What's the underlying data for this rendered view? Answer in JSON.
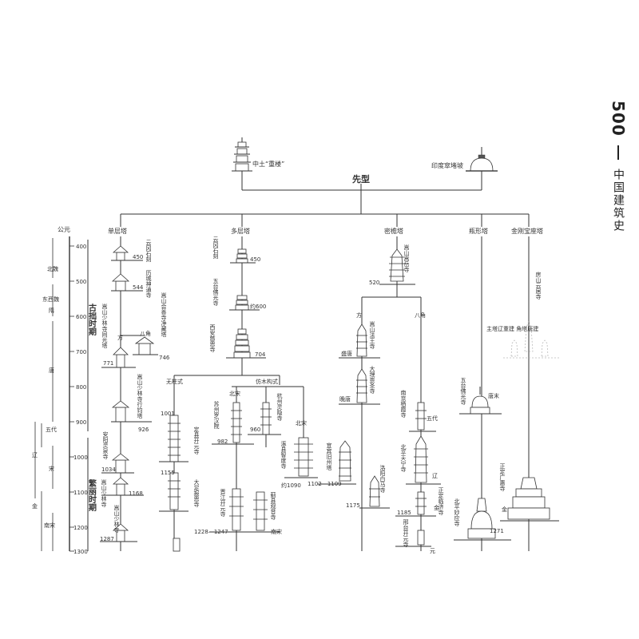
{
  "page": {
    "number": "500",
    "book_title": "中国建筑史"
  },
  "prototypes": {
    "root": "先型",
    "chinese_tower": "中土“重楼”",
    "indian_stupa": "印度窣堵坡"
  },
  "timeline": {
    "axis_title": "公元",
    "years": [
      "400",
      "500",
      "600",
      "700",
      "800",
      "900",
      "1000",
      "1100",
      "1200",
      "1300"
    ],
    "dynasties": [
      "北魏",
      "东西魏",
      "隋",
      "唐",
      "五代",
      "辽",
      "宋",
      "金",
      "南宋"
    ],
    "periods": [
      "古拙时期",
      "繁丽时期"
    ]
  },
  "types": [
    "单层塔",
    "多层塔",
    "密檐塔",
    "瓶形塔",
    "金刚宝座塔"
  ],
  "subtypes": [
    "无柱式",
    "仿木构式",
    "方",
    "八角",
    "北宋",
    "南宋",
    "五代",
    "辽",
    "金",
    "元",
    "八角"
  ],
  "examples": [
    {
      "label": "云冈石刻",
      "year": "450"
    },
    {
      "label": "历城神通寺",
      "year": "544"
    },
    {
      "label": "嵩山会善寺净藏塔",
      "year": "746"
    },
    {
      "label": "嵩山少林寺同光塔",
      "year": "771"
    },
    {
      "label": "嵩山少林寺行钧塔",
      "year": "926"
    },
    {
      "label": "安阳灵泉寺",
      "year": "1034"
    },
    {
      "label": "嵩山少林寺",
      "year": "1168"
    },
    {
      "label": "嵩山少林寺",
      "year": "1287"
    },
    {
      "label": "云冈石刻",
      "year": "450"
    },
    {
      "label": "五台佛光寺",
      "year": "约600"
    },
    {
      "label": "西安慈恩寺",
      "year": "704"
    },
    {
      "label": "定县开元寺",
      "year": "1001"
    },
    {
      "label": "苏州罗汉院",
      "year": "982"
    },
    {
      "label": "杭州灵隐寺",
      "year": "960"
    },
    {
      "label": "涿县智度寺",
      "year": "约1090"
    },
    {
      "label": "大足报恩寺",
      "year": "1155"
    },
    {
      "label": "晋江开元寺",
      "year": "1228—1247"
    },
    {
      "label": "蓟县观音寺",
      "year": ""
    },
    {
      "label": "嵩山嵩岳寺",
      "year": "520"
    },
    {
      "label": "嵩山法王寺",
      "year": ""
    },
    {
      "label": "大理崇圣寺",
      "year": ""
    },
    {
      "label": "南京栖霞寺",
      "year": ""
    },
    {
      "label": "北平天宁寺",
      "year": ""
    },
    {
      "label": "宜宾旧州塔",
      "year": "1102—1109"
    },
    {
      "label": "洛阳白马寺",
      "year": "1175"
    },
    {
      "label": "正定临济寺",
      "year": "1185"
    },
    {
      "label": "邢台开元寺",
      "year": ""
    },
    {
      "label": "五台佛光寺",
      "year": ""
    },
    {
      "label": "北平妙应寺",
      "year": "1271"
    },
    {
      "label": "房山云居寺",
      "year": ""
    },
    {
      "label": "主塔辽重建 角塔唐建",
      "year": ""
    },
    {
      "label": "正定广惠寺",
      "year": ""
    }
  ],
  "labels": {
    "sheng_tang": "盛唐",
    "wan_tang": "晚唐",
    "tang_mo": "唐末",
    "jin": "金",
    "yuan": "元"
  }
}
